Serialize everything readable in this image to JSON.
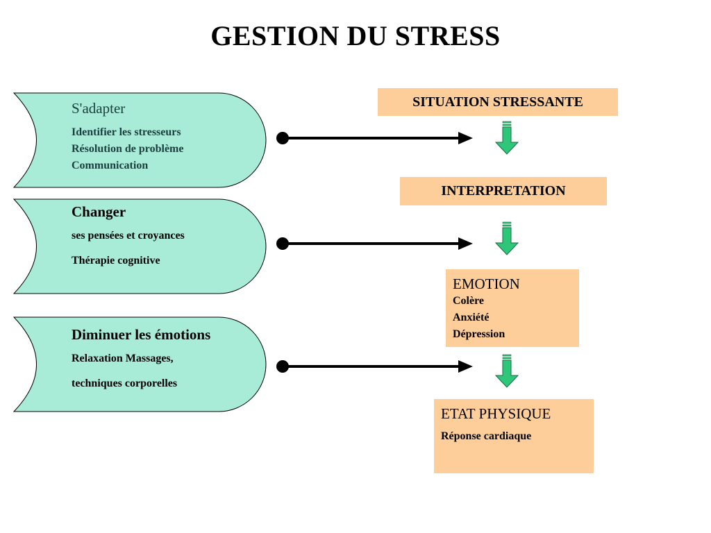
{
  "title": "GESTION DU STRESS",
  "colors": {
    "panel_fill": "#a8ecd8",
    "box_fill": "#fdcd9a",
    "arrow_fill": "#2ec77a"
  },
  "panels": [
    {
      "heading": "S'adapter",
      "lines": [
        "Identifier les stresseurs",
        "Résolution de problème",
        "Communication"
      ]
    },
    {
      "heading": "Changer",
      "lines": [
        "ses pensées et croyances",
        "Thérapie cognitive"
      ]
    },
    {
      "heading": "Diminuer les émotions",
      "lines": [
        "Relaxation Massages,",
        "techniques corporelles"
      ]
    }
  ],
  "flow": {
    "situation": "SITUATION STRESSANTE",
    "interpretation": "INTERPRETATION",
    "emotion": {
      "heading": "EMOTION",
      "lines": [
        "Colère",
        "Anxiété",
        "Dépression"
      ]
    },
    "etat": {
      "heading": "ETAT PHYSIQUE",
      "lines": [
        "Réponse cardiaque"
      ]
    }
  }
}
